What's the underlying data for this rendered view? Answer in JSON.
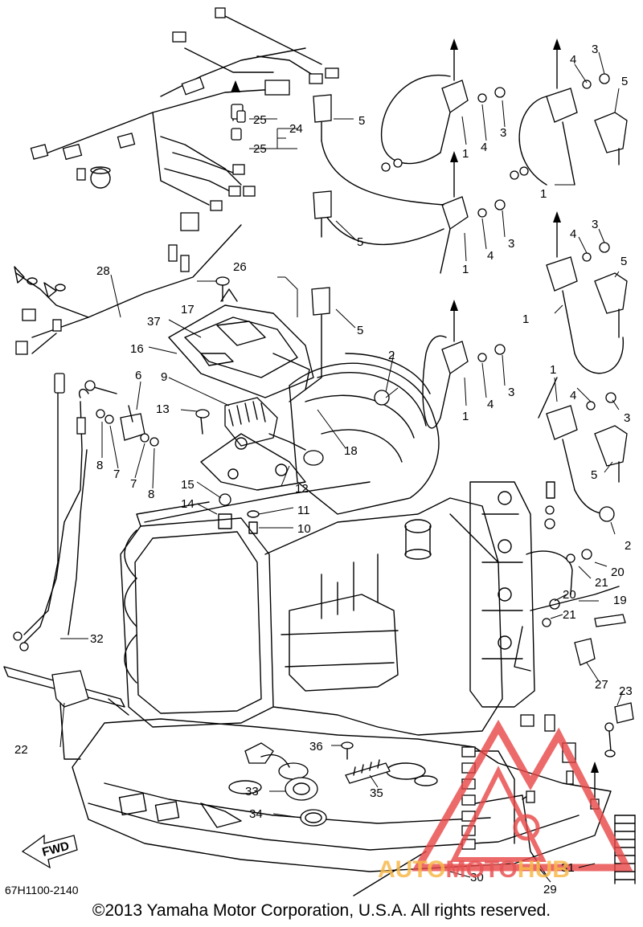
{
  "diagram": {
    "code": "67H1100-2140",
    "copyright": "©2013 Yamaha Motor Corporation, U.S.A. All rights reserved.",
    "fwd_label": "FWD",
    "watermark": {
      "part1": "AUTO",
      "part2": "MOTO",
      "part3": "HUB",
      "colors": {
        "triangle": "#e84545",
        "text": "#f7b94a"
      }
    },
    "callouts": [
      "1",
      "1",
      "1",
      "1",
      "1",
      "1",
      "2",
      "2",
      "3",
      "3",
      "3",
      "3",
      "3",
      "3",
      "4",
      "4",
      "4",
      "4",
      "4",
      "4",
      "5",
      "5",
      "5",
      "5",
      "5",
      "5",
      "6",
      "7",
      "7",
      "8",
      "8",
      "9",
      "10",
      "11",
      "12",
      "13",
      "14",
      "15",
      "16",
      "17",
      "18",
      "19",
      "20",
      "20",
      "21",
      "21",
      "22",
      "23",
      "24",
      "25",
      "25",
      "26",
      "27",
      "28",
      "29",
      "30",
      "31",
      "32",
      "33",
      "34",
      "35",
      "36",
      "37"
    ]
  }
}
